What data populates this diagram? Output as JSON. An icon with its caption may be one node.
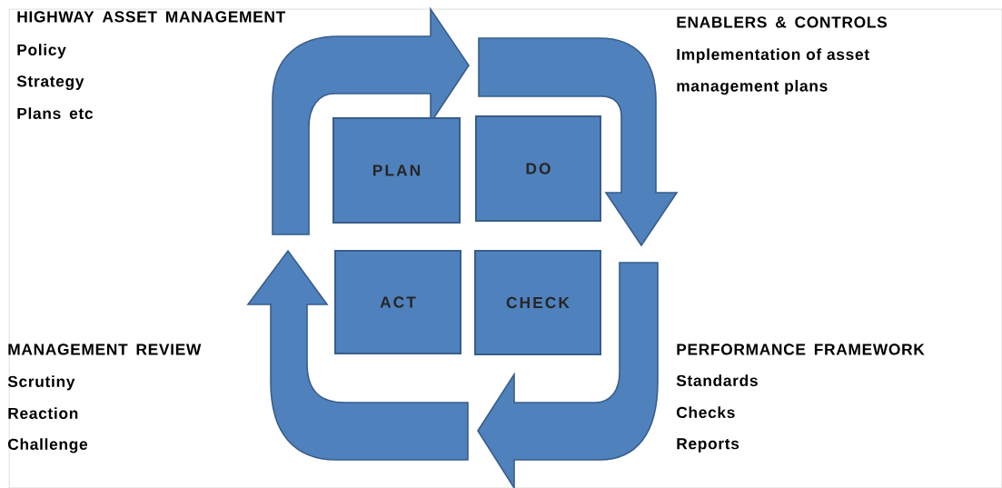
{
  "diagram": {
    "nodes": [
      {
        "text": [
          "PLAN"
        ]
      },
      {
        "text": [
          "DO"
        ]
      },
      {
        "text": [
          "ACT"
        ]
      },
      {
        "text": [
          "CHECK"
        ]
      }
    ],
    "labels": [
      "HIGHWAY ASSET MANAGEMENT",
      "Policy",
      "Strategy",
      "Plans etc",
      "ENABLERS & CONTROLS",
      "Implementation of asset management plans",
      "MANAGEMENT REVIEW",
      "Scrutiny",
      "Reaction",
      "Challenge",
      "PERFORMANCE FRAMEWORK",
      "Standards",
      "Checks",
      "Reports"
    ]
  }
}
